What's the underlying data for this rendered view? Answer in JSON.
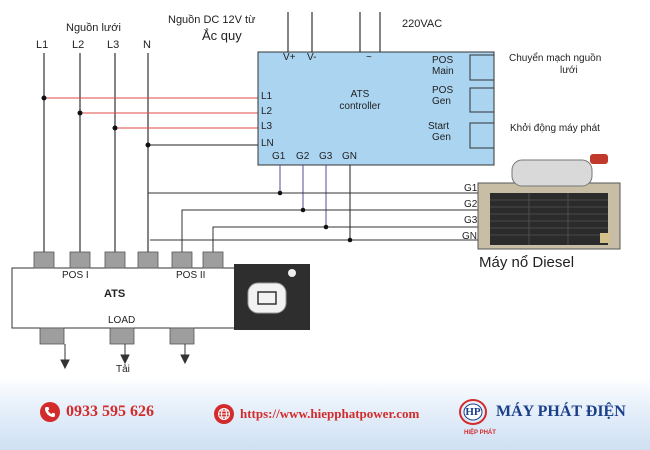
{
  "mains": {
    "title": "Nguồn lưới",
    "lines": [
      "L1",
      "L2",
      "L3",
      "N"
    ]
  },
  "dc_supply": {
    "line1": "Nguồn DC 12V từ",
    "line2": "Ắc quy"
  },
  "ac_supply": "220VAC",
  "controller": {
    "title_line1": "ATS",
    "title_line2": "controller",
    "top_terms": [
      "V+",
      "V-",
      "~"
    ],
    "left_terms": [
      "L1",
      "L2",
      "L3",
      "LN"
    ],
    "bottom_terms": [
      "G1",
      "G2",
      "G3",
      "GN"
    ],
    "right_terms": [
      {
        "line1": "POS",
        "line2": "Main"
      },
      {
        "line1": "POS",
        "line2": "Gen"
      },
      {
        "line1": "Start",
        "line2": "Gen"
      }
    ]
  },
  "right_labels": {
    "switch_line1": "Chuyển mạch nguồn",
    "switch_line2": "lưới",
    "start_gen": "Khởi động máy phát"
  },
  "generator": {
    "outputs": [
      "G1",
      "G2",
      "G3",
      "GN"
    ],
    "caption": "Máy nổ Diesel"
  },
  "ats_switch": {
    "title": "ATS",
    "pos1": "POS I",
    "pos2": "POS II",
    "load": "LOAD",
    "load_caption": "Tải"
  },
  "footer": {
    "phone": "0933 595 626",
    "website": "https://www.hiepphatpower.com",
    "logo_letters": "HP",
    "logo_sub": "HIỆP PHÁT",
    "brand": "MÁY PHÁT ĐIỆN"
  },
  "colors": {
    "controller_fill": "#aad4f0",
    "phase_wire": "#e04848",
    "neutral_wire": "#222222",
    "gen_wire": "#5a4a9a",
    "brand_red": "#d32b2b",
    "brand_blue": "#1a3f8a"
  }
}
